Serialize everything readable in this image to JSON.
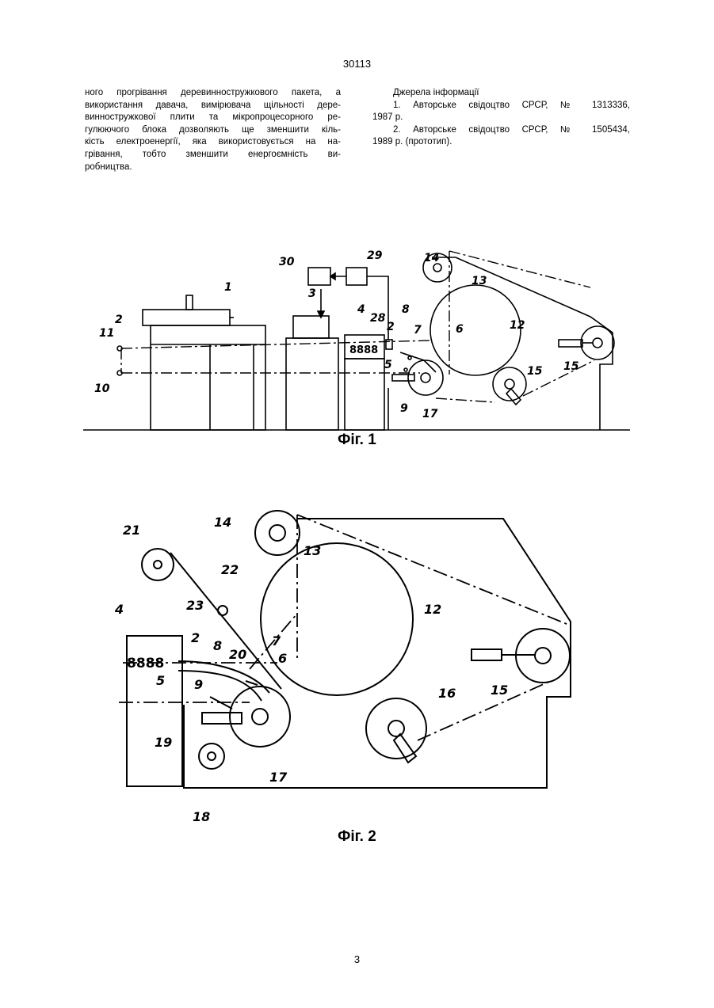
{
  "header": {
    "page_number": "30113"
  },
  "left_column": {
    "lines": [
      "ного прогрівання деревинностружкового пакета, а",
      "використання давача, вимірювача щільності дере-",
      "винностружкової плити та мікропроцесорного ре-",
      "гулюючого блока дозволяють ще зменшити кіль-",
      "кість електроенергії, яка використовується на на-",
      "грівання, тобто зменшити енергоємність ви-",
      "робництва."
    ]
  },
  "right_column": {
    "heading": "Джерела інформації",
    "ref1_a": "1. Авторське свідоцтво СРСР, № 1313336,",
    "ref1_b": "1987 р.",
    "ref2_a": "2. Авторське свідоцтво СРСР, № 1505434,",
    "ref2_b": "1989 р. (прототип)."
  },
  "figure1": {
    "caption": "Фіг. 1",
    "labels": {
      "l1": "1",
      "l2": "2",
      "l2b": "2",
      "l3": "3",
      "l4": "4",
      "l5": "5",
      "l6": "6",
      "l7": "7",
      "l8": "8",
      "l9": "9",
      "l10": "10",
      "l11": "11",
      "l12": "12",
      "l13": "13",
      "l14": "14",
      "l15": "15",
      "l15b": "15",
      "l17": "17",
      "l28": "28",
      "l29": "29",
      "l30": "30",
      "counter": "8888"
    }
  },
  "figure2": {
    "caption": "Фіг. 2",
    "labels": {
      "l2": "2",
      "l4": "4",
      "l5": "5",
      "l6": "6",
      "l7": "7",
      "l8": "8",
      "l9": "9",
      "l12": "12",
      "l13": "13",
      "l14": "14",
      "l15": "15",
      "l16": "16",
      "l17": "17",
      "l18": "18",
      "l19": "19",
      "l20": "20",
      "l21": "21",
      "l22": "22",
      "l23": "23",
      "counter": "8888"
    }
  },
  "footer": {
    "page_number": "3"
  }
}
